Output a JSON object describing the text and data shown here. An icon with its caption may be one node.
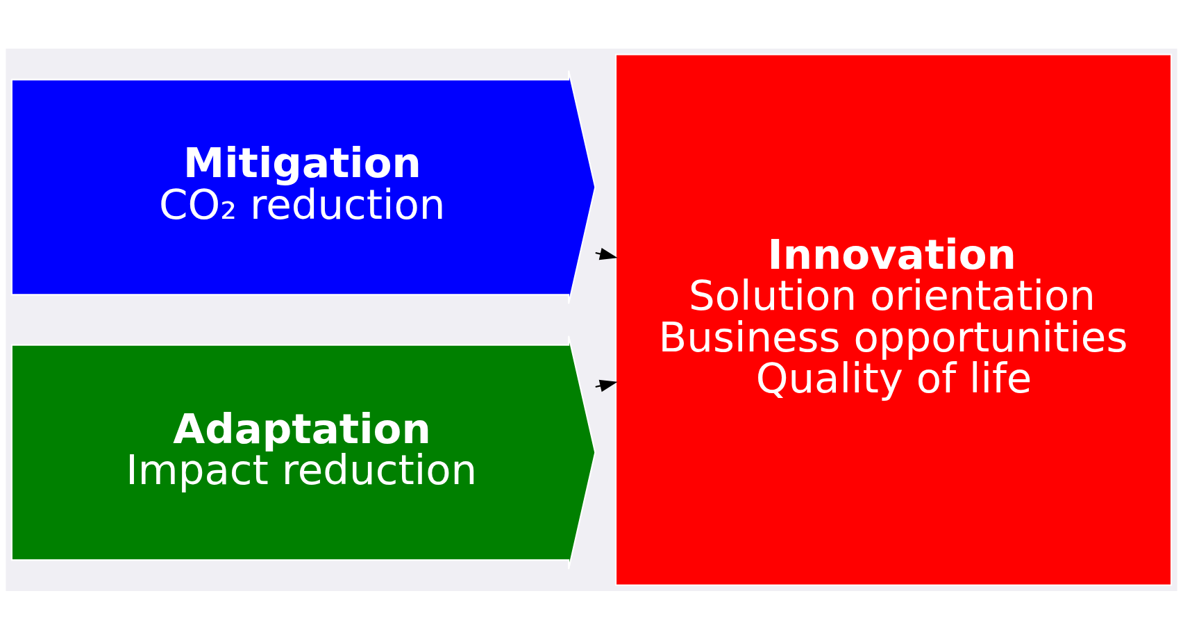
{
  "diagram": {
    "nodes": [
      {
        "text": [
          "Mitigation",
          "CO₂ reduction"
        ]
      },
      {
        "text": [
          "Adaptation",
          "Impact reduction"
        ]
      },
      {
        "text": [
          "Innovation",
          "Solution orientation",
          "Business opportunities",
          "Quality of life"
        ]
      }
    ],
    "edges": [
      {
        "from": 0,
        "to": 2,
        "arrow": "to"
      },
      {
        "from": 1,
        "to": 2,
        "arrow": "to"
      }
    ]
  }
}
